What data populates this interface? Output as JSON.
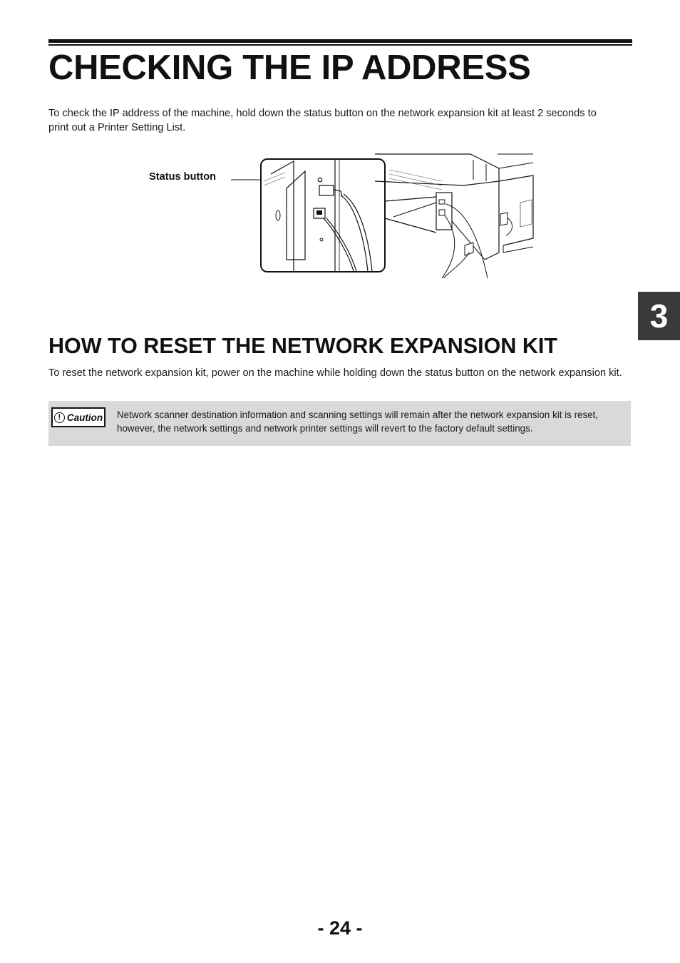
{
  "title": "CHECKING THE IP ADDRESS",
  "intro": "To check the IP address of the machine, hold down the status button on the network expansion kit at least 2 seconds to print out a Printer Setting List.",
  "illustration": {
    "icon": "printer-network-kit-illustration",
    "callout_label": "Status button"
  },
  "section": {
    "heading": "HOW TO RESET THE NETWORK EXPANSION KIT",
    "body": "To reset the network expansion kit, power on the machine while holding down the status button on the network expansion kit."
  },
  "caution": {
    "badge_mark": "!",
    "badge_label": "Caution",
    "text": "Network scanner destination information and scanning settings will remain after the network expansion kit is reset, however, the network settings and network printer settings will revert to the factory default settings."
  },
  "chapter_tab": "3",
  "page_number": "- 24 -",
  "colors": {
    "text": "#1a1a1a",
    "caution_bg": "#d9d9d9",
    "chapter_tab_bg": "#3a3a3a"
  }
}
